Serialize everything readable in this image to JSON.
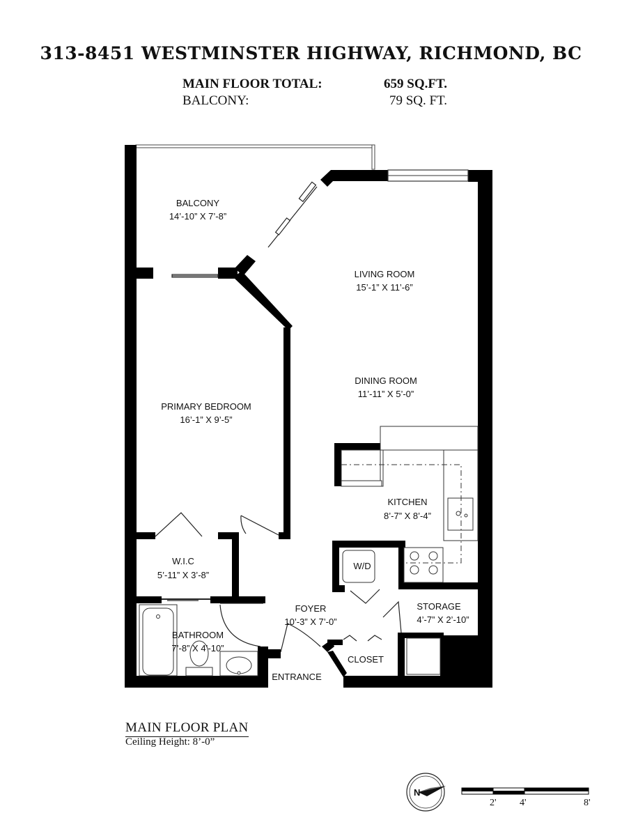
{
  "header": {
    "address": "313-8451 WESTMINSTER HIGHWAY, RICHMOND, BC",
    "main_floor_label": "MAIN FLOOR TOTAL:",
    "main_floor_value": "659 SQ.FT.",
    "balcony_label": "BALCONY:",
    "balcony_value": "79 SQ. FT."
  },
  "rooms": {
    "balcony": {
      "name": "BALCONY",
      "dims": "14’-10” X 7’-8”"
    },
    "living": {
      "name": "LIVING ROOM",
      "dims": "15’-1” X 11’-6”"
    },
    "dining": {
      "name": "DINING ROOM",
      "dims": "11’-11” X 5’-0”"
    },
    "bedroom": {
      "name": "PRIMARY BEDROOM",
      "dims": "16’-1” X 9’-5”"
    },
    "kitchen": {
      "name": "KITCHEN",
      "dims": "8’-7” X 8’-4”"
    },
    "wic": {
      "name": "W.I.C",
      "dims": "5’-11” X 3’-8”"
    },
    "foyer": {
      "name": "FOYER",
      "dims": "10’-3” X 7’-0”"
    },
    "storage": {
      "name": "STORAGE",
      "dims": "4’-7” X 2’-10”"
    },
    "bathroom": {
      "name": "BATHROOM",
      "dims": "7’-8” X 4’-10”"
    },
    "closet": {
      "name": "CLOSET"
    },
    "wd": {
      "name": "W/D"
    },
    "entrance": {
      "name": "ENTRANCE"
    }
  },
  "footer": {
    "plan_title": "MAIN FLOOR PLAN",
    "ceiling_height": "Ceiling Height: 8’-0”"
  },
  "compass": {
    "north_label": "N"
  },
  "scale_bar": {
    "labels": [
      "2'",
      "4'",
      "8'"
    ]
  }
}
